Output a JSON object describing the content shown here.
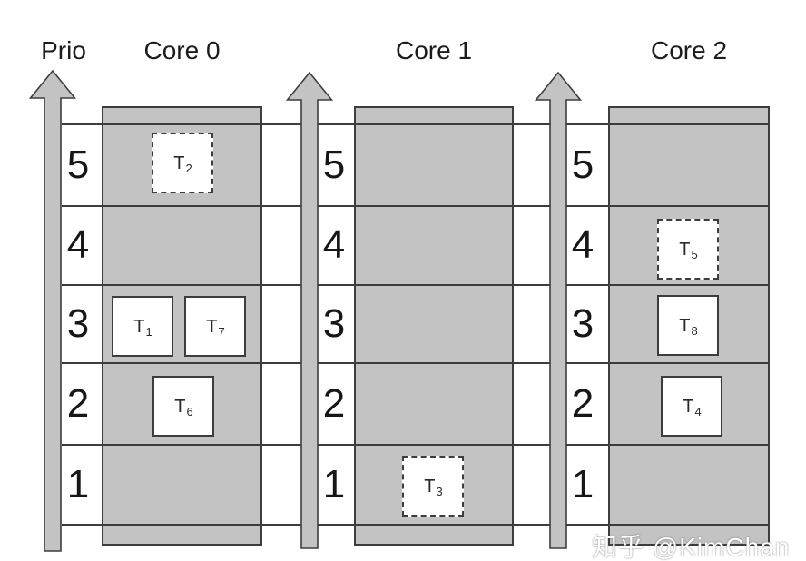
{
  "labels": {
    "prio": "Prio"
  },
  "priorities": [
    "5",
    "4",
    "3",
    "2",
    "1"
  ],
  "cores": [
    {
      "label": "Core 0",
      "tasks": [
        {
          "id": "T2",
          "prefix": "T",
          "sub": "2",
          "priority": 5,
          "style": "dashed"
        },
        {
          "id": "T1",
          "prefix": "T",
          "sub": "1",
          "priority": 3,
          "style": "solid"
        },
        {
          "id": "T7",
          "prefix": "T",
          "sub": "7",
          "priority": 3,
          "style": "solid"
        },
        {
          "id": "T6",
          "prefix": "T",
          "sub": "6",
          "priority": 2,
          "style": "solid"
        }
      ]
    },
    {
      "label": "Core 1",
      "tasks": [
        {
          "id": "T3",
          "prefix": "T",
          "sub": "3",
          "priority": 1,
          "style": "dashed"
        }
      ]
    },
    {
      "label": "Core 2",
      "tasks": [
        {
          "id": "T5",
          "prefix": "T",
          "sub": "5",
          "priority": 4,
          "style": "dashed"
        },
        {
          "id": "T8",
          "prefix": "T",
          "sub": "8",
          "priority": 3,
          "style": "solid"
        },
        {
          "id": "T4",
          "prefix": "T",
          "sub": "4",
          "priority": 2,
          "style": "solid"
        }
      ]
    }
  ],
  "watermark": {
    "text": "知乎 @KimChan"
  },
  "colors": {
    "column_gray": "#c3c3c3",
    "outline": "#3d3d3d",
    "text": "#1c1c1c",
    "background": "#ffffff",
    "watermark": "#ffffff"
  }
}
